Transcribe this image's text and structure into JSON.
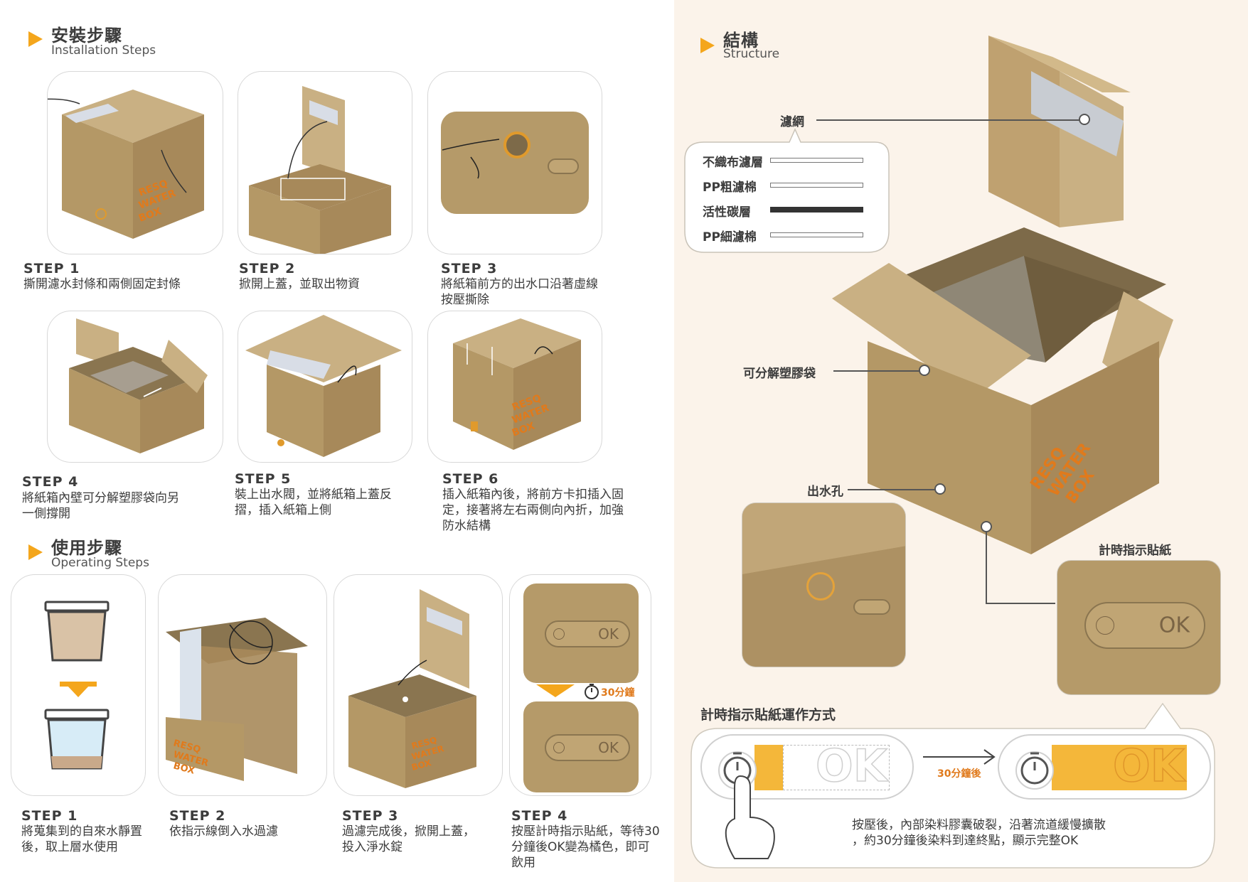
{
  "installation": {
    "title_zh": "安裝步驟",
    "title_en": "Installation Steps",
    "steps": [
      {
        "label": "STEP 1",
        "desc": "撕開濾水封條和兩側固定封條"
      },
      {
        "label": "STEP 2",
        "desc": "掀開上蓋，並取出物資"
      },
      {
        "label": "STEP 3",
        "desc": "將紙箱前方的出水口沿著虛線按壓撕除"
      },
      {
        "label": "STEP 4",
        "desc": "將紙箱內壁可分解塑膠袋向另一側撐開"
      },
      {
        "label": "STEP 5",
        "desc": "裝上出水閥，並將紙箱上蓋反摺，插入紙箱上側"
      },
      {
        "label": "STEP 6",
        "desc": "插入紙箱內後，將前方卡扣插入固定，接著將左右兩側向內折，加強防水結構"
      }
    ]
  },
  "operating": {
    "title_zh": "使用步驟",
    "title_en": "Operating Steps",
    "timer_label": "30分鐘",
    "ok_text": "OK",
    "steps": [
      {
        "label": "STEP 1",
        "desc": "將蒐集到的自來水靜置後，取上層水使用"
      },
      {
        "label": "STEP 2",
        "desc": "依指示線倒入水過濾"
      },
      {
        "label": "STEP 3",
        "desc": "過濾完成後，掀開上蓋，投入淨水錠"
      },
      {
        "label": "STEP 4",
        "desc": "按壓計時指示貼紙，等待30分鐘後OK變為橘色，即可飲用"
      }
    ]
  },
  "box_print": [
    "RESQ",
    "WATER",
    "BOX"
  ],
  "structure": {
    "title_zh": "結構",
    "title_en": "Structure",
    "filter_label": "濾網",
    "layers": [
      {
        "name": "不織布濾層",
        "style": "light"
      },
      {
        "name": "PP粗濾棉",
        "style": "light"
      },
      {
        "name": "活性碳層",
        "style": "dark"
      },
      {
        "name": "PP細濾棉",
        "style": "light"
      }
    ],
    "bag_label": "可分解塑膠袋",
    "outlet_label": "出水孔",
    "sticker_label": "計時指示貼紙"
  },
  "sticker_how": {
    "title": "計時指示貼紙運作方式",
    "after_label": "30分鐘後",
    "ok_text": "OK",
    "desc_line1": "按壓後，內部染料膠囊破裂，沿著流道緩慢擴散",
    "desc_line2": "，約30分鐘後染料到達終點，顯示完整OK"
  },
  "colors": {
    "accent": "#f4a61c",
    "cardboard": "#b59a69",
    "cardboard_dark": "#8f7850",
    "right_background": "#fbf3ea",
    "text": "#3c3c3c"
  }
}
